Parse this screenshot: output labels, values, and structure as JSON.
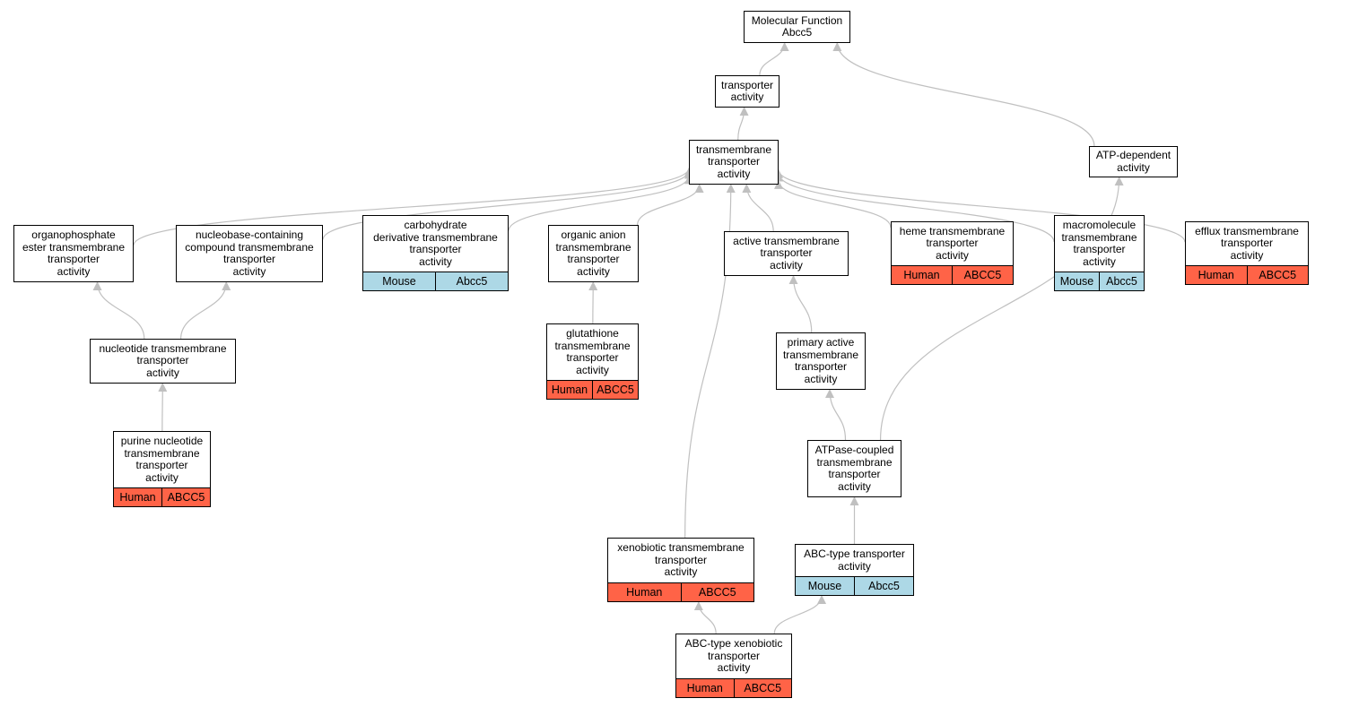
{
  "colors": {
    "human": "#ff6347",
    "mouse": "#add8e6",
    "edge": "#c0c0c0",
    "border": "#000000"
  },
  "nodes": {
    "root": {
      "label": "Molecular Function\nAbcc5"
    },
    "transporter": {
      "label": "transporter\nactivity"
    },
    "tm_transporter": {
      "label": "transmembrane\ntransporter\nactivity"
    },
    "atp_dependent": {
      "label": "ATP-dependent\nactivity"
    },
    "organophosphate": {
      "label": "organophosphate\nester transmembrane\ntransporter\nactivity"
    },
    "nucleobase": {
      "label": "nucleobase-containing\ncompound transmembrane\ntransporter\nactivity"
    },
    "carbohydrate": {
      "label": "carbohydrate\nderivative transmembrane\ntransporter\nactivity",
      "tags": [
        {
          "species": "Mouse",
          "gene": "Abcc5"
        }
      ]
    },
    "organic_anion": {
      "label": "organic anion\ntransmembrane\ntransporter\nactivity"
    },
    "active_tm": {
      "label": "active transmembrane\ntransporter\nactivity"
    },
    "heme": {
      "label": "heme transmembrane\ntransporter\nactivity",
      "tags": [
        {
          "species": "Human",
          "gene": "ABCC5"
        }
      ]
    },
    "macromolecule": {
      "label": "macromolecule\ntransmembrane\ntransporter\nactivity",
      "tags": [
        {
          "species": "Mouse",
          "gene": "Abcc5"
        }
      ]
    },
    "efflux": {
      "label": "efflux transmembrane\ntransporter\nactivity",
      "tags": [
        {
          "species": "Human",
          "gene": "ABCC5"
        }
      ]
    },
    "nucleotide": {
      "label": "nucleotide transmembrane\ntransporter\nactivity"
    },
    "glutathione": {
      "label": "glutathione\ntransmembrane\ntransporter\nactivity",
      "tags": [
        {
          "species": "Human",
          "gene": "ABCC5"
        }
      ]
    },
    "primary_active": {
      "label": "primary active\ntransmembrane\ntransporter\nactivity"
    },
    "purine": {
      "label": "purine nucleotide\ntransmembrane\ntransporter\nactivity",
      "tags": [
        {
          "species": "Human",
          "gene": "ABCC5"
        }
      ]
    },
    "atpase_coupled": {
      "label": "ATPase-coupled\ntransmembrane\ntransporter\nactivity"
    },
    "xenobiotic": {
      "label": "xenobiotic transmembrane\ntransporter\nactivity",
      "tags": [
        {
          "species": "Human",
          "gene": "ABCC5"
        }
      ]
    },
    "abc_type": {
      "label": "ABC-type transporter\nactivity",
      "tags": [
        {
          "species": "Mouse",
          "gene": "Abcc5"
        }
      ]
    },
    "abc_xenobiotic": {
      "label": "ABC-type xenobiotic\ntransporter\nactivity",
      "tags": [
        {
          "species": "Human",
          "gene": "ABCC5"
        }
      ]
    }
  },
  "edges": [
    [
      "transporter",
      "root"
    ],
    [
      "atp_dependent",
      "root"
    ],
    [
      "tm_transporter",
      "transporter"
    ],
    [
      "organophosphate",
      "tm_transporter"
    ],
    [
      "nucleobase",
      "tm_transporter"
    ],
    [
      "carbohydrate",
      "tm_transporter"
    ],
    [
      "organic_anion",
      "tm_transporter"
    ],
    [
      "xenobiotic",
      "tm_transporter"
    ],
    [
      "active_tm",
      "tm_transporter"
    ],
    [
      "heme",
      "tm_transporter"
    ],
    [
      "macromolecule",
      "tm_transporter"
    ],
    [
      "efflux",
      "tm_transporter"
    ],
    [
      "nucleotide",
      "organophosphate"
    ],
    [
      "nucleotide",
      "nucleobase"
    ],
    [
      "purine",
      "nucleotide"
    ],
    [
      "glutathione",
      "organic_anion"
    ],
    [
      "primary_active",
      "active_tm"
    ],
    [
      "atpase_coupled",
      "primary_active"
    ],
    [
      "atpase_coupled",
      "atp_dependent"
    ],
    [
      "abc_type",
      "atpase_coupled"
    ],
    [
      "abc_xenobiotic",
      "xenobiotic"
    ],
    [
      "abc_xenobiotic",
      "abc_type"
    ]
  ]
}
